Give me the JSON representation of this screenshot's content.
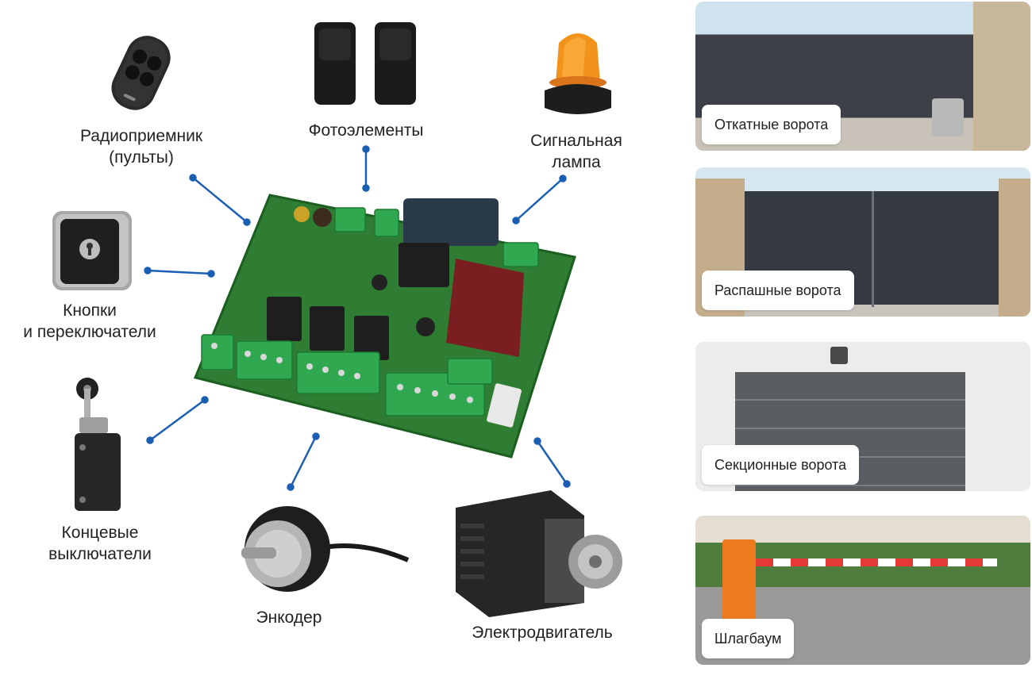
{
  "components": {
    "radio": {
      "line1": "Радиоприемник",
      "line2": "(пульты)"
    },
    "photo": {
      "line1": "Фотоэлементы"
    },
    "lamp": {
      "line1": "Сигнальная",
      "line2": "лампа"
    },
    "buttons": {
      "line1": "Кнопки",
      "line2": "и переключатели"
    },
    "limit": {
      "line1": "Концевые",
      "line2": "выключатели"
    },
    "encoder": {
      "line1": "Энкодер"
    },
    "motor": {
      "line1": "Электродвигатель"
    }
  },
  "gates": [
    {
      "label": "Откатные ворота"
    },
    {
      "label": "Распашные ворота"
    },
    {
      "label": "Секционные ворота"
    },
    {
      "label": "Шлагбаум"
    }
  ],
  "colors": {
    "connector": "#1a5fb4",
    "pcb": "#2e7d32",
    "terminal": "#2fa84f"
  }
}
